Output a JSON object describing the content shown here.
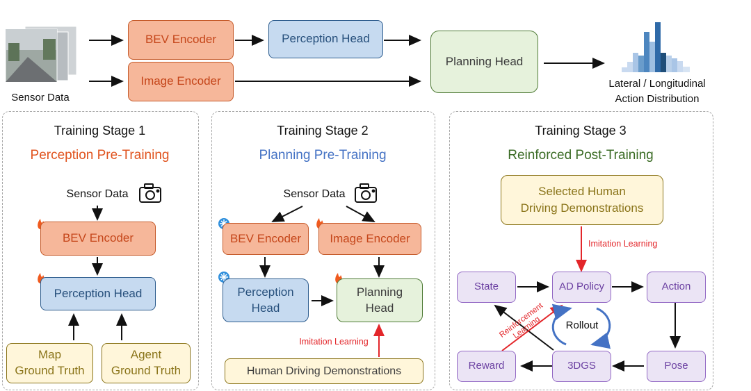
{
  "top": {
    "sensor_label": "Sensor Data",
    "bev_encoder": "BEV Encoder",
    "image_encoder": "Image Encoder",
    "perception_head": "Perception Head",
    "planning_head": "Planning Head",
    "output_label": "Lateral / Longitudinal\nAction Distribution"
  },
  "stage1": {
    "title": "Training Stage 1",
    "subtitle": "Perception Pre-Training",
    "subtitle_color": "#e0531e",
    "sensor": "Sensor Data",
    "bev_encoder": "BEV Encoder",
    "perception_head": "Perception Head",
    "map_gt": "Map\nGround Truth",
    "agent_gt": "Agent\nGround Truth"
  },
  "stage2": {
    "title": "Training Stage 2",
    "subtitle": "Planning Pre-Training",
    "subtitle_color": "#4472c4",
    "sensor": "Sensor Data",
    "bev_encoder": "BEV Encoder",
    "image_encoder": "Image Encoder",
    "perception_head": "Perception\nHead",
    "planning_head": "Planning\nHead",
    "imitation": "Imitation Learning",
    "human_demos": "Human Driving Demonstrations"
  },
  "stage3": {
    "title": "Training Stage 3",
    "subtitle": "Reinforced Post-Training",
    "subtitle_color": "#3a6b24",
    "selected_demos": "Selected Human\nDriving Demonstrations",
    "imitation": "Imitation Learning",
    "state": "State",
    "ad_policy": "AD Policy",
    "action": "Action",
    "rollout": "Rollout",
    "reinforcement": "Reinforcement\nLearning",
    "reward": "Reward",
    "gs": "3DGS",
    "pose": "Pose"
  },
  "colors": {
    "arrow": "#111111",
    "imitation_arrow": "#e3262a",
    "rollout_arrow": "#4472c4",
    "fire": "#f05a1e",
    "snow": "#2f8fdc"
  },
  "icons": [
    "camera-icon",
    "fire-icon",
    "snowflake-icon",
    "histogram-icon"
  ]
}
